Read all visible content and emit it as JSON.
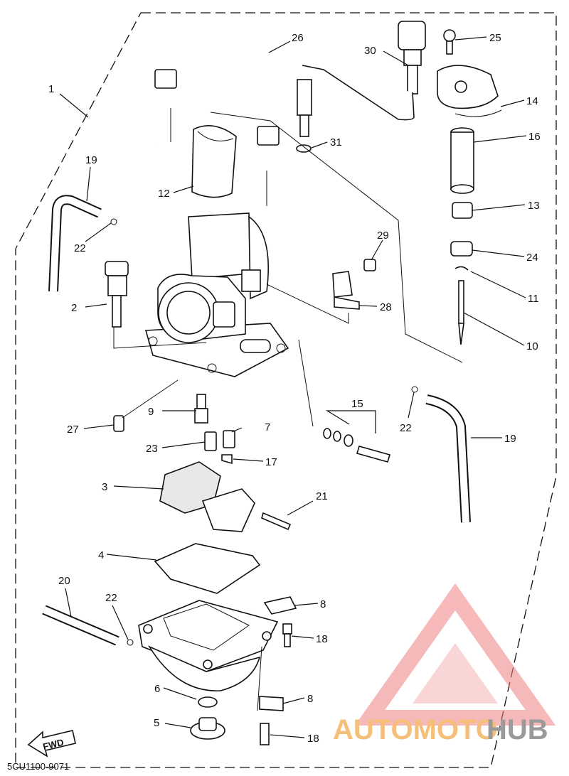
{
  "diagram": {
    "callouts": [
      "1",
      "2",
      "3",
      "4",
      "5",
      "6",
      "7",
      "8",
      "8",
      "9",
      "10",
      "11",
      "12",
      "13",
      "14",
      "15",
      "16",
      "17",
      "18",
      "18",
      "19",
      "19",
      "20",
      "21",
      "22",
      "22",
      "22",
      "23",
      "24",
      "25",
      "26",
      "27",
      "28",
      "29",
      "30",
      "31"
    ],
    "fwd_label": "FWD",
    "code": "5CU1100-9071"
  },
  "watermark": {
    "part1": "AUTOMOTO",
    "part2": "HUB",
    "colors": {
      "logo": "#f08080",
      "text_accent": "#f5bf7a",
      "text_gray": "#9a9a9a"
    }
  }
}
